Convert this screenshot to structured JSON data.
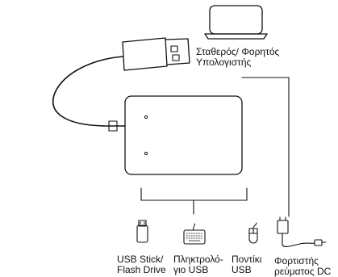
{
  "labels": {
    "computer": {
      "line1": "Σταθερός/ Φορητός",
      "line2": "Υπολογιστής"
    },
    "usb_stick": {
      "line1": "USB Stick/",
      "line2": "Flash Drive"
    },
    "keyboard": {
      "line1": "Πληκτρολό-",
      "line2": "γιο USB"
    },
    "mouse": {
      "line1": "Ποντίκι",
      "line2": "USB"
    },
    "charger": {
      "line1": "Φορτιστής",
      "line2": "ρεύματος DC"
    }
  },
  "icons": {
    "laptop": "laptop-icon",
    "usb_plug": "usb-plug-icon",
    "hub": "usb-hub-icon",
    "usb_stick": "usb-stick-icon",
    "keyboard": "keyboard-icon",
    "mouse": "mouse-icon",
    "charger": "dc-charger-icon"
  }
}
